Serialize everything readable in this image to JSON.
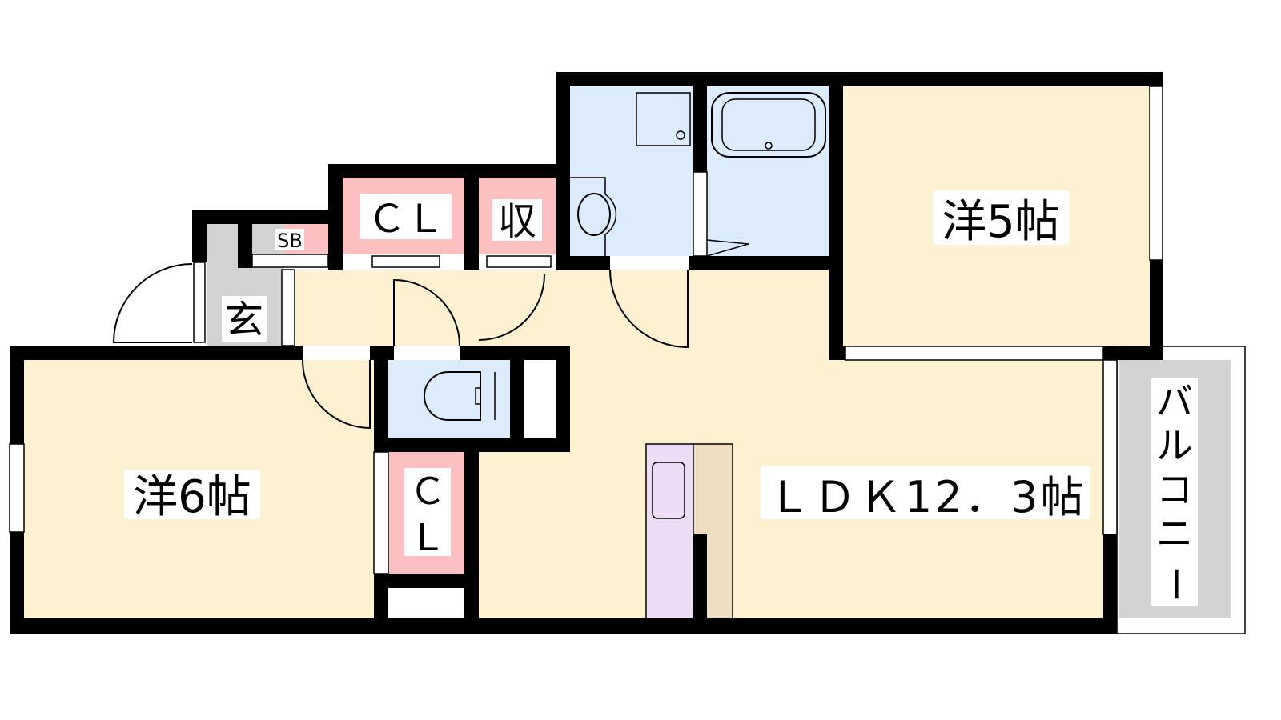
{
  "colors": {
    "room": "#fdf1d2",
    "wet": "#dcecfd",
    "storage": "#fdc0c0",
    "entrance": "#d3d3d3",
    "balcony": "#d3d3d3",
    "kitchen": "#ecdcf5",
    "counter": "#eedec2",
    "wall": "#000000"
  },
  "rooms": {
    "western5": "洋5帖",
    "western6": "洋6帖",
    "ldk": "ＬＤＫ12．3帖",
    "closet_top": "ＣＬ",
    "storage": "収",
    "shoe_box": "SB",
    "entrance": "玄",
    "closet_side_1": "Ｃ",
    "closet_side_2": "Ｌ",
    "balcony": [
      "バ",
      "ル",
      "コ",
      "ニ",
      "ー"
    ]
  }
}
